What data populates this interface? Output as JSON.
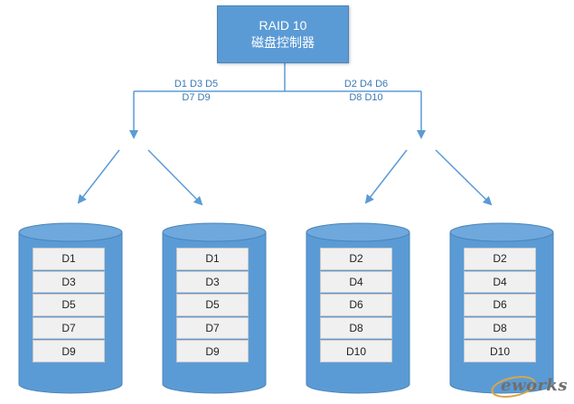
{
  "controller": {
    "line1": "RAID 10",
    "line2": "磁盘控制器"
  },
  "left_labels": {
    "line1": "D1 D3 D5",
    "line2": "D7 D9"
  },
  "right_labels": {
    "line1": "D2 D4 D6",
    "line2": "D8 D10"
  },
  "disks": [
    {
      "blocks": [
        "D1",
        "D3",
        "D5",
        "D7",
        "D9"
      ]
    },
    {
      "blocks": [
        "D1",
        "D3",
        "D5",
        "D7",
        "D9"
      ]
    },
    {
      "blocks": [
        "D2",
        "D4",
        "D6",
        "D8",
        "D10"
      ]
    },
    {
      "blocks": [
        "D2",
        "D4",
        "D6",
        "D8",
        "D10"
      ]
    }
  ],
  "watermark": {
    "text": "eworks"
  },
  "colors": {
    "accent": "#5b9bd5",
    "line": "#5b9bd5",
    "label": "#3a78b5",
    "block_bg": "#f0f0f0"
  }
}
